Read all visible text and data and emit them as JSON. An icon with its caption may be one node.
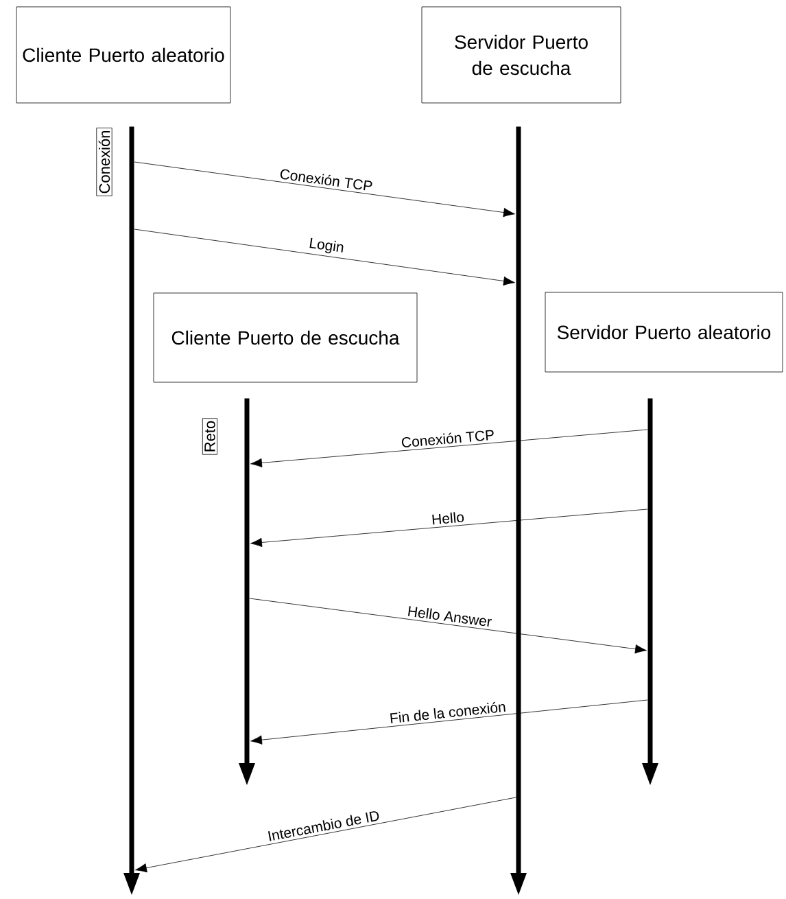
{
  "diagram": {
    "nodes": [
      {
        "text": [
          "Cliente Puerto aleatorio"
        ]
      },
      {
        "text": [
          "Servidor Puerto de escucha"
        ]
      },
      {
        "text": [
          "Cliente Puerto de escucha"
        ]
      },
      {
        "text": [
          "Servidor Puerto aleatorio"
        ]
      },
      {
        "text": [],
        "shape": "bar"
      },
      {
        "text": [],
        "shape": "bar"
      },
      {
        "text": [],
        "shape": "bar"
      },
      {
        "text": [],
        "shape": "bar"
      },
      {
        "text": [
          "Conexión"
        ]
      },
      {
        "text": [
          "Reto"
        ]
      }
    ],
    "edges": [
      {
        "from": 4,
        "to": 6,
        "arrow": "to",
        "label": "Conexión TCP"
      },
      {
        "from": 4,
        "to": 6,
        "arrow": "to",
        "label": "Login"
      },
      {
        "from": 7,
        "to": 5,
        "arrow": "to",
        "label": "Conexión TCP"
      },
      {
        "from": 7,
        "to": 5,
        "arrow": "to",
        "label": "Hello"
      },
      {
        "from": 5,
        "to": 7,
        "arrow": "to",
        "label": "Hello Answer"
      },
      {
        "from": 7,
        "to": 5,
        "arrow": "to",
        "label": "Fin de la conexión"
      },
      {
        "from": 6,
        "to": 4,
        "arrow": "to",
        "label": "Intercambio de ID"
      }
    ]
  }
}
